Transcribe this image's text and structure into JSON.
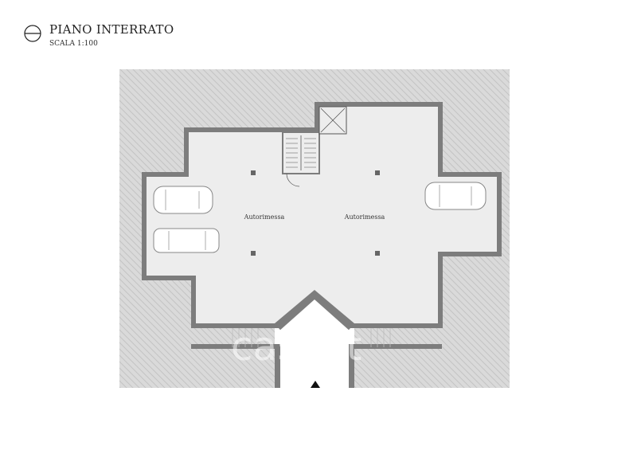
{
  "header": {
    "title": "PIANO INTERRATO",
    "scale": "SCALA 1:100"
  },
  "rooms": [
    {
      "label": "Autorimessa"
    },
    {
      "label": "Autorimessa"
    }
  ],
  "watermark": {
    "text": "casa.it"
  },
  "icons": {
    "north": "north-arrow-icon",
    "entrance": "entrance-arrow-icon",
    "stair": "staircase-icon",
    "elevator": "elevator-icon",
    "car": "car-icon",
    "pillar": "pillar-icon"
  },
  "colors": {
    "ground": "#dcdcdc",
    "wall": "#7d7d7d",
    "floor": "#ededed",
    "text": "#222222"
  }
}
